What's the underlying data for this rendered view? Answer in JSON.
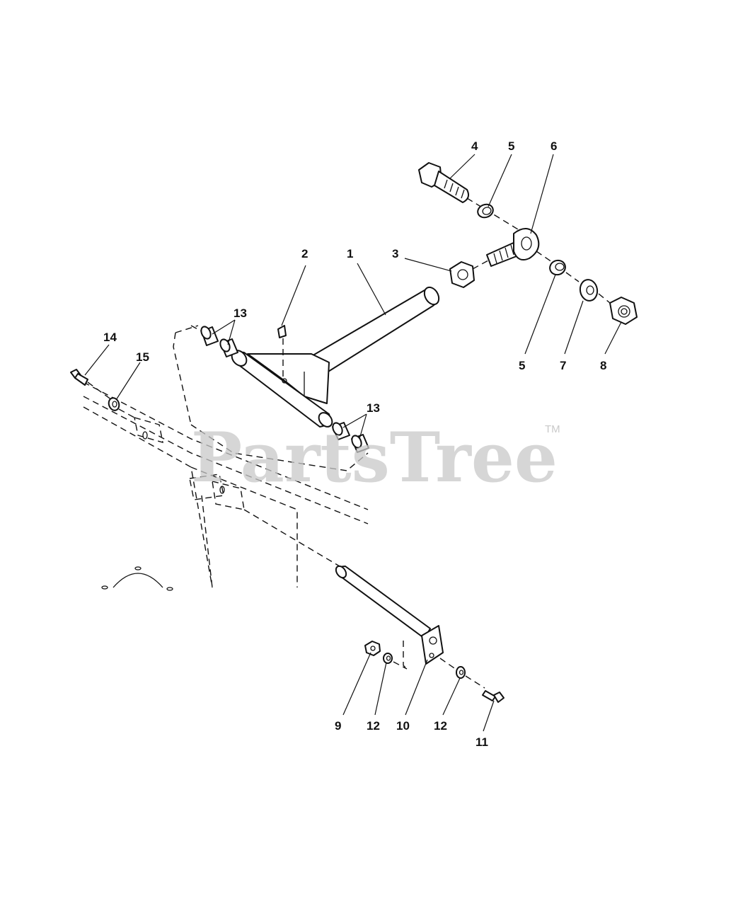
{
  "watermark": {
    "text": "PartsTree",
    "trademark": "TM"
  },
  "callouts": [
    {
      "id": "1",
      "text": "1"
    },
    {
      "id": "2",
      "text": "2"
    },
    {
      "id": "3",
      "text": "3"
    },
    {
      "id": "4",
      "text": "4"
    },
    {
      "id": "5a",
      "text": "5"
    },
    {
      "id": "6",
      "text": "6"
    },
    {
      "id": "5b",
      "text": "5"
    },
    {
      "id": "7",
      "text": "7"
    },
    {
      "id": "8",
      "text": "8"
    },
    {
      "id": "13a",
      "text": "13"
    },
    {
      "id": "13b",
      "text": "13"
    },
    {
      "id": "14",
      "text": "14"
    },
    {
      "id": "15",
      "text": "15"
    },
    {
      "id": "9",
      "text": "9"
    },
    {
      "id": "12a",
      "text": "12"
    },
    {
      "id": "10",
      "text": "10"
    },
    {
      "id": "12b",
      "text": "12"
    },
    {
      "id": "11",
      "text": "11"
    }
  ]
}
